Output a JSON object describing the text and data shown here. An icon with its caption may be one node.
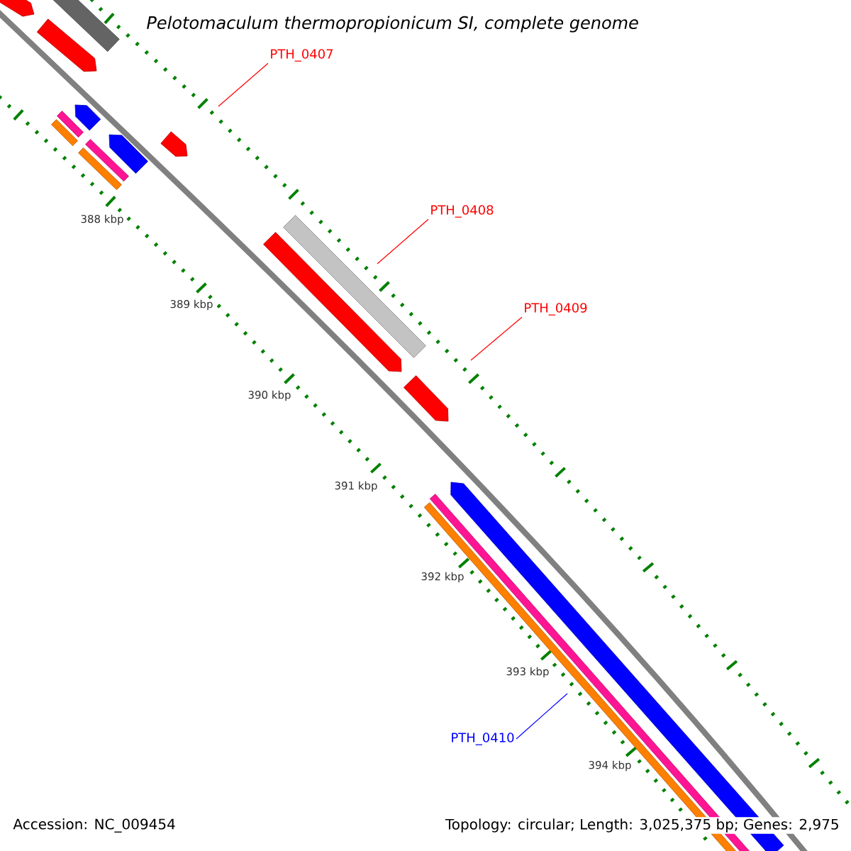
{
  "diagram": {
    "title": "Pelotomaculum thermopropionicum SI, complete genome",
    "nodes": [
      {
        "text": [
          "PTH_0407"
        ]
      },
      {
        "text": [
          "PTH_0408"
        ]
      },
      {
        "text": [
          "PTH_0409"
        ]
      },
      {
        "text": [
          "PTH_0410"
        ]
      }
    ],
    "edges": [
      {
        "from": 0,
        "to": null,
        "arrow": "none"
      },
      {
        "from": 1,
        "to": null,
        "arrow": "none"
      },
      {
        "from": 2,
        "to": null,
        "arrow": "none"
      },
      {
        "from": 3,
        "to": null,
        "arrow": "none",
        "color": "#0000ff"
      }
    ],
    "labels": [
      "388 kbp",
      "389 kbp",
      "390 kbp",
      "391 kbp",
      "392 kbp",
      "393 kbp",
      "394 kbp",
      "Accession: NC_009454",
      "Topology: circular; Length: 3,025,375 bp; Genes: 2,975"
    ]
  }
}
